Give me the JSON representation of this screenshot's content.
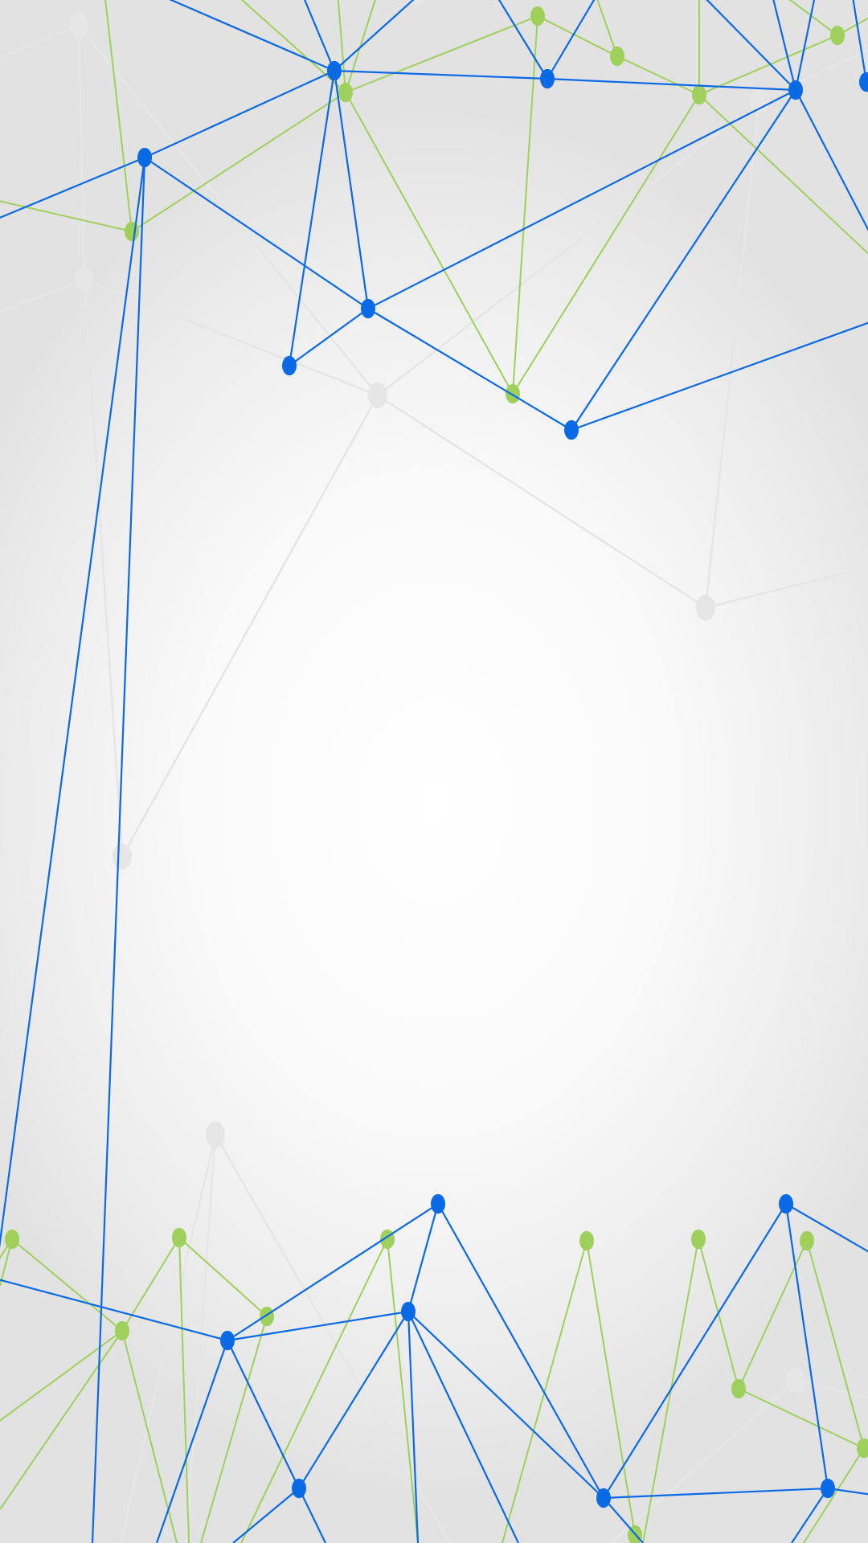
{
  "background": {
    "center_color": "#ffffff",
    "edge_color": "#e2e2e2"
  },
  "network": {
    "palette": {
      "blue": "#0a6ae6",
      "green": "#9fd05c",
      "gray": "#e6e6e6"
    },
    "layers": [
      {
        "id": "gray",
        "color_key": "gray",
        "opacity": 1
      },
      {
        "id": "green",
        "color_key": "green",
        "opacity": 1
      },
      {
        "id": "blue",
        "color_key": "blue",
        "opacity": 1
      }
    ]
  }
}
